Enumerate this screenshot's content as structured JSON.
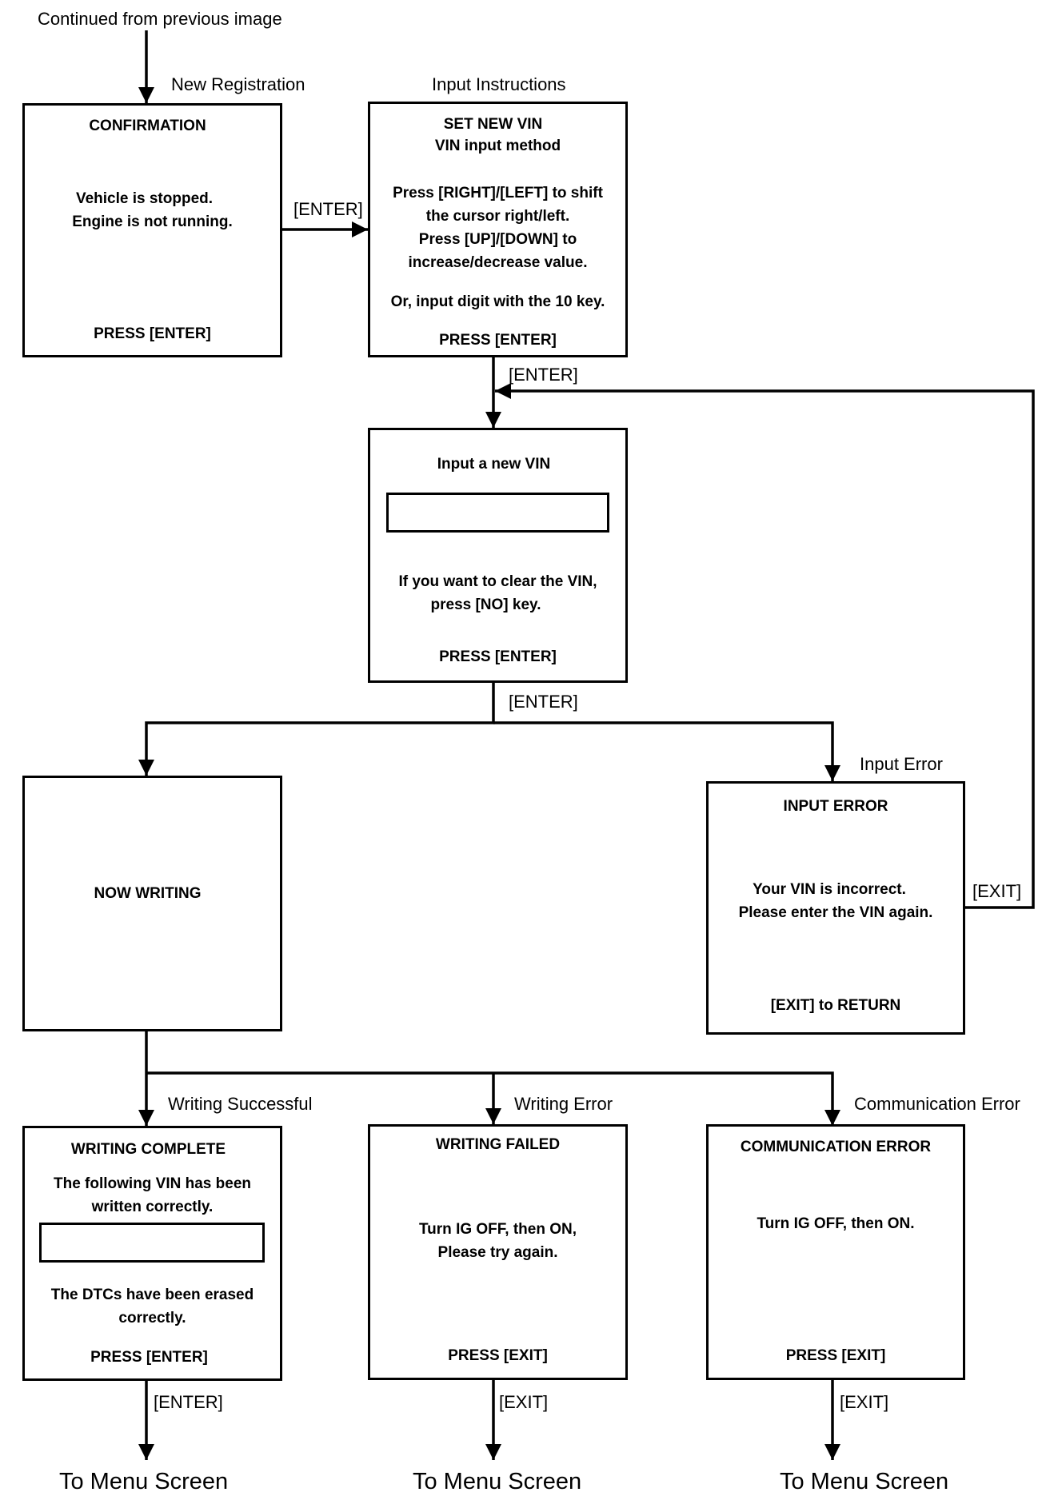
{
  "continued_label": "Continued from previous image",
  "screens": {
    "confirmation": {
      "flow_label": "New Registration",
      "title": "CONFIRMATION",
      "lines": [
        "Vehicle is stopped.",
        "Engine is not running."
      ],
      "prompt": "PRESS [ENTER]"
    },
    "set_new_vin": {
      "flow_label": "Input Instructions",
      "title": "SET NEW VIN",
      "subtitle": "VIN input method",
      "lines": [
        "Press [RIGHT]/[LEFT] to shift",
        "the cursor right/left.",
        "Press [UP]/[DOWN] to",
        "increase/decrease value.",
        "Or, input digit with the 10 key."
      ],
      "prompt": "PRESS [ENTER]"
    },
    "input_vin": {
      "title": "Input a new VIN",
      "lines": [
        "If you want to clear the VIN,",
        "press [NO] key."
      ],
      "prompt": "PRESS [ENTER]"
    },
    "now_writing": {
      "title": "NOW WRITING"
    },
    "input_error": {
      "flow_label": "Input Error",
      "title": "INPUT ERROR",
      "lines": [
        "Your VIN is incorrect.",
        "Please enter the VIN again."
      ],
      "prompt": "[EXIT] to RETURN"
    },
    "writing_complete": {
      "flow_label": "Writing Successful",
      "title": "WRITING COMPLETE",
      "lines": [
        "The following VIN has been",
        "written correctly."
      ],
      "lines2": [
        "The DTCs have been erased",
        "correctly."
      ],
      "prompt": "PRESS [ENTER]"
    },
    "writing_failed": {
      "flow_label": "Writing Error",
      "title": "WRITING FAILED",
      "lines": [
        "Turn IG OFF, then ON,",
        "Please try again."
      ],
      "prompt": "PRESS [EXIT]"
    },
    "communication_error": {
      "flow_label": "Communication Error",
      "title": "COMMUNICATION ERROR",
      "lines": [
        "Turn IG OFF, then ON."
      ],
      "prompt": "PRESS [EXIT]"
    }
  },
  "transitions": {
    "confirm_to_set": "[ENTER]",
    "set_to_input": "[ENTER]",
    "input_to_write": "[ENTER]",
    "error_exit": "[EXIT]",
    "complete_enter": "[ENTER]",
    "failed_exit": "[EXIT]",
    "comm_exit": "[EXIT]"
  },
  "destinations": [
    "To Menu Screen",
    "To Menu Screen",
    "To Menu Screen"
  ]
}
